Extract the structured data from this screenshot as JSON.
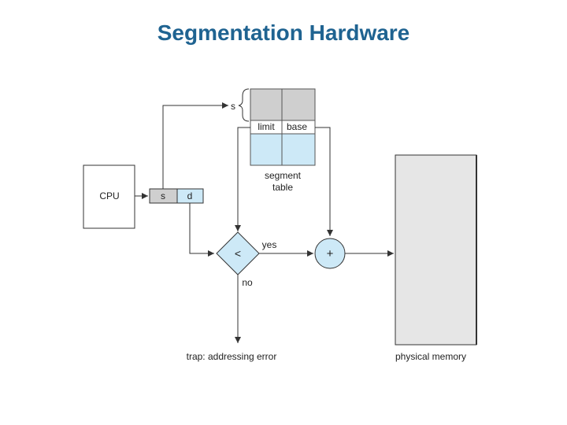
{
  "title": "Segmentation Hardware",
  "colors": {
    "title": "#1f6391",
    "stroke": "#333333",
    "gray_fill": "#cfcfcf",
    "blue_fill": "#cde9f7",
    "memory_fill": "#e6e6e6"
  },
  "diagram": {
    "cpu_label": "CPU",
    "s_field": "s",
    "d_field": "d",
    "s_brace_label": "s",
    "limit_label": "limit",
    "base_label": "base",
    "segment_table_line1": "segment",
    "segment_table_line2": "table",
    "compare_symbol": "<",
    "adder_symbol": "+",
    "yes_label": "yes",
    "no_label": "no",
    "trap_label": "trap: addressing error",
    "memory_label": "physical memory"
  }
}
